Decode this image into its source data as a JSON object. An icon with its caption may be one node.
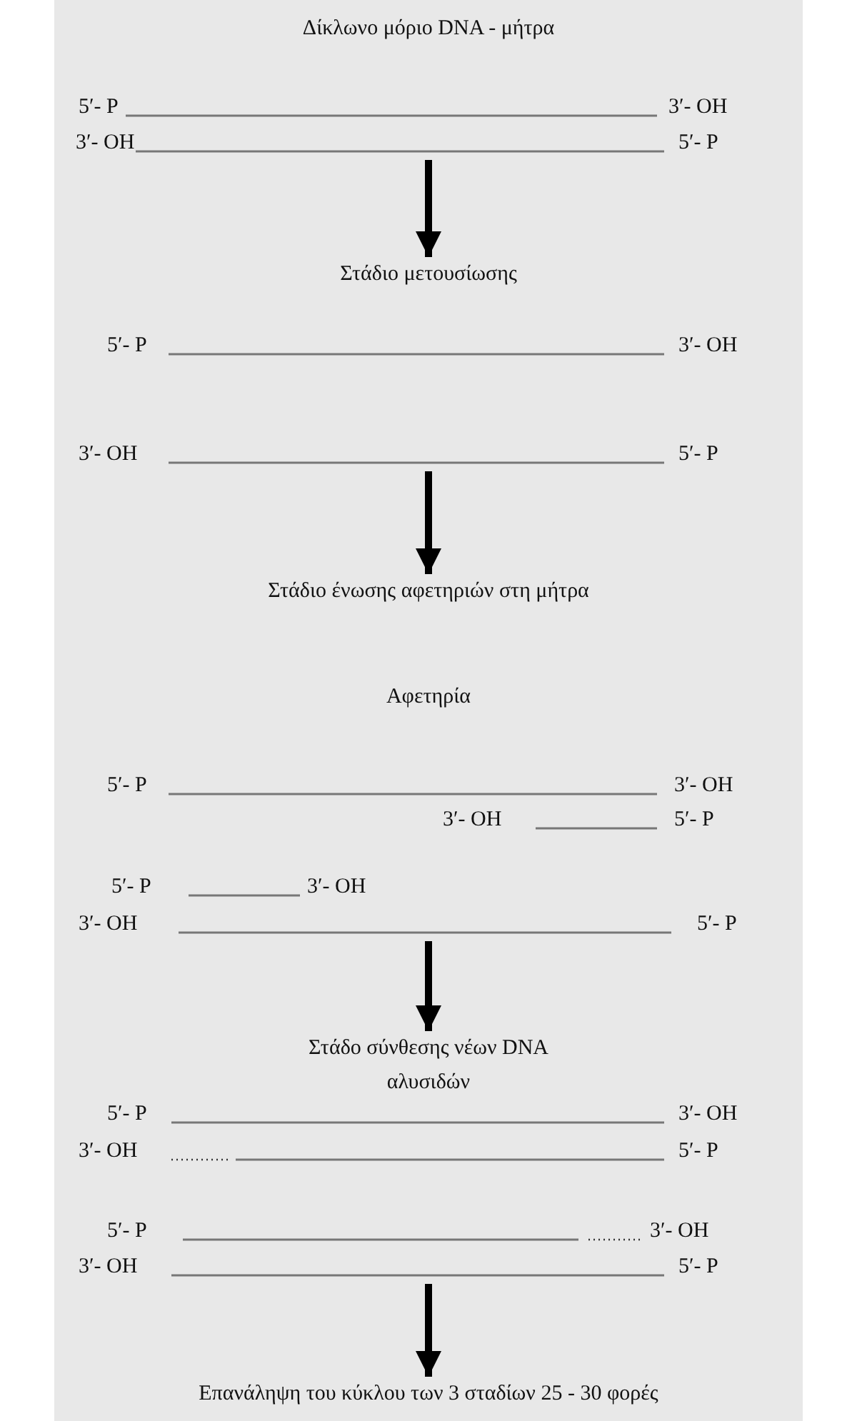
{
  "diagram": {
    "title": "Δίκλωνο μόριο DNA - μήτρα",
    "nodes": [
      {
        "text": [
          "5′- P",
          "3′- OH",
          "3′- OH",
          "5′- P"
        ]
      },
      {
        "text": [
          "Στάδιο μετουσίωσης"
        ]
      },
      {
        "text": [
          "5′- P",
          "3′- OH",
          "3′- OH",
          "5′- P"
        ]
      },
      {
        "text": [
          "Στάδιο ένωσης αφετηριών στη μήτρα"
        ]
      },
      {
        "text": [
          "5′- P",
          "3′- OH",
          "3′- OH",
          "5′- P",
          "5′- P",
          "3′- OH",
          "3′- OH",
          "5′- P"
        ]
      },
      {
        "text": [
          "Στάδο σύνθεσης νέων DNA αλυσιδών"
        ]
      },
      {
        "text": [
          "5′- P",
          "3′- OH",
          "3′- OH",
          "5′- P",
          "5′- P",
          "3′- OH",
          "3′- OH",
          "5′- P"
        ]
      },
      {
        "text": [
          "Επανάληψη του κύκλου των 3 σταδίων 25 - 30 φορές"
        ]
      }
    ],
    "edges": [
      {
        "from": 0,
        "to": 1,
        "arrow": "to"
      },
      {
        "from": 2,
        "to": 3,
        "arrow": "to"
      },
      {
        "from": 4,
        "to": 5,
        "arrow": "to"
      },
      {
        "from": 6,
        "to": 7,
        "arrow": "to"
      }
    ],
    "labels": [
      "Αφετηρία"
    ]
  }
}
